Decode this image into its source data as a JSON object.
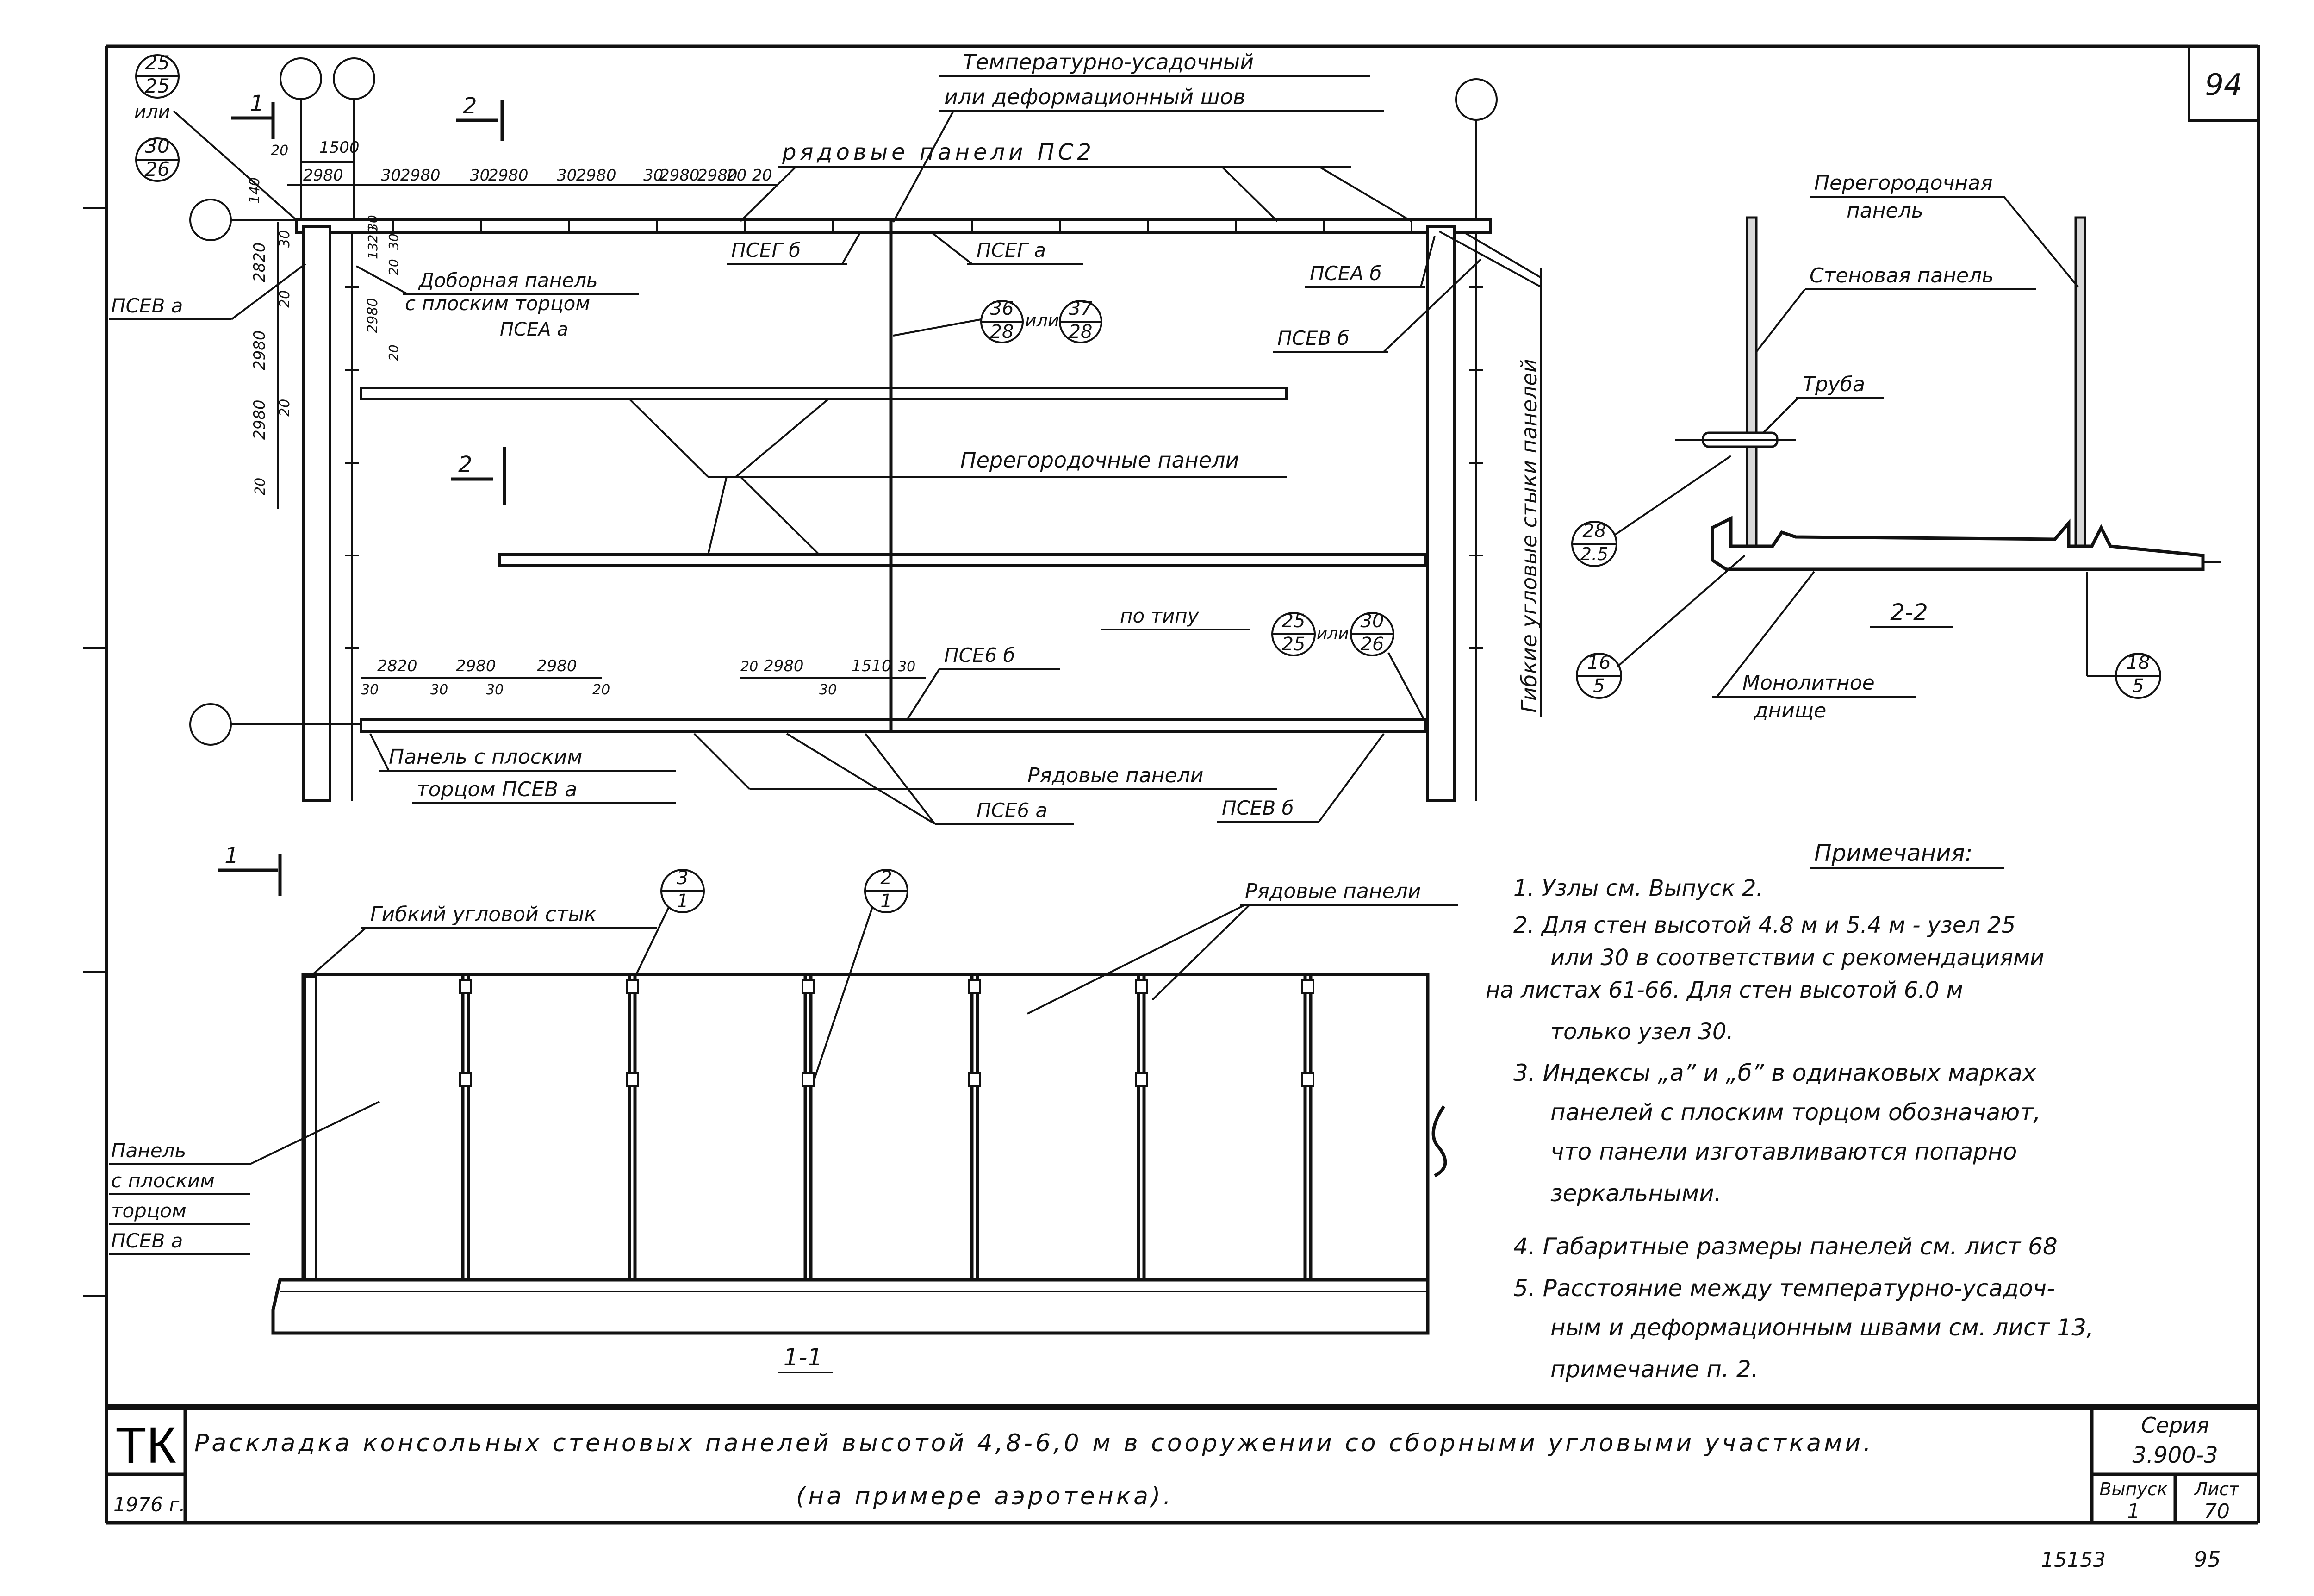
{
  "sheet_number_top": "94",
  "page_bottom_number": "95",
  "archive_number": "15153",
  "plan": {
    "node_25_num": "25",
    "node_25_den": "25",
    "ili": "или",
    "node_30_num": "30",
    "node_30_den": "26",
    "section_1_label": "1",
    "section_2_label": "2",
    "dim_1500": "1500",
    "dim_20a": "20",
    "dim_140": "140",
    "top_dims": [
      "2980",
      "30",
      "2980",
      "30",
      "2980",
      "30",
      "2980",
      "30",
      "2980",
      "20",
      "2980",
      "20"
    ],
    "left_dims": [
      "2820",
      "30",
      "2980",
      "20",
      "2980",
      "20",
      "20"
    ],
    "inner_dims": [
      "1320",
      "30",
      "20",
      "30",
      "2980",
      "20"
    ],
    "temp_joint_line1": "Температурно-усадочный",
    "temp_joint_line2": "или деформационный шов",
    "row_panels_top": "рядовые панели ПС2",
    "psg_b": "ПСЕГ б",
    "psg_a": "ПСЕГ а",
    "pse_a_b": "ПСЕА б",
    "pse_v_b_right": "ПСЕВ б",
    "pse_v_a_left": "ПСЕВ а",
    "extra_panel_1": "Доборная панель",
    "extra_panel_2": "с плоским торцом",
    "extra_panel_3": "ПСЕА а",
    "node_36_num": "36",
    "node_36_den": "28",
    "ili_short": "или",
    "node_37_num": "37",
    "node_37_den": "28",
    "partition_panels": "Перегородочные панели",
    "flex_corner_joints": "Гибкие угловые стыки панелей",
    "po_tipu": "по типу",
    "node_25b_num": "25",
    "node_25b_den": "25",
    "node_30b_num": "30",
    "node_30b_den": "26",
    "bottom_dims": [
      "2820",
      "2980",
      "2980",
      "30",
      "30",
      "30",
      "20",
      "20",
      "2980",
      "1510",
      "30",
      "30"
    ],
    "pse6_b": "ПСЕ6 б",
    "panel_flat_1": "Панель с плоским",
    "panel_flat_2": "торцом ПСЕВ а",
    "row_panels_bottom": "Рядовые панели",
    "pse6_a": "ПСЕ6 а",
    "pse_v_b_bottom": "ПСЕВ б"
  },
  "section_11": {
    "mark_label": "1",
    "flex_corner_joint": "Гибкий угловой стык",
    "node_3_num": "3",
    "node_3_den": "1",
    "node_2_num": "2",
    "node_2_den": "1",
    "row_panels": "Рядовые панели",
    "panel_flat_1": "Панель",
    "panel_flat_2": "с плоским",
    "panel_flat_3": "торцом",
    "panel_flat_4": "ПСЕВ а",
    "title": "1-1"
  },
  "section_22": {
    "partition_1": "Перегородочная",
    "partition_2": "панель",
    "wall_panel": "Стеновая панель",
    "pipe": "Труба",
    "node_28_num": "28",
    "node_28_den": "2.5",
    "node_16_num": "16",
    "node_16_den": "5",
    "node_18_num": "18",
    "node_18_den": "5",
    "monolithic_1": "Монолитное",
    "monolithic_2": "днище",
    "title": "2-2"
  },
  "notes": {
    "heading": "Примечания:",
    "n1": "1. Узлы см. Выпуск 2.",
    "n2a": "2. Для стен высотой 4.8 м и 5.4 м - узел 25",
    "n2b": "или 30 в соответствии с рекомендациями",
    "n2c": "на листах 61-66. Для стен высотой 6.0 м",
    "n2d": "только узел 30.",
    "n3a": "3. Индексы „а” и „б” в одинаковых марках",
    "n3b": "панелей с плоским торцом обозначают,",
    "n3c": "что панели изготавливаются попарно",
    "n3d": "зеркальными.",
    "n4": "4. Габаритные размеры панелей см. лист 68",
    "n5a": "5. Расстояние между температурно-усадоч-",
    "n5b": "ным и деформационным швами см. лист 13,",
    "n5c": "примечание п. 2."
  },
  "title_block": {
    "org": "ТК",
    "year": "1976 г.",
    "title_line1": "Раскладка консольных стеновых панелей высотой 4,8-6,0 м в сооружении со сборными угловыми участками.",
    "title_line2": "(на примере аэротенка).",
    "series_label": "Серия",
    "series_value": "3.900-3",
    "issue_label": "Выпуск",
    "issue_value": "1",
    "sheet_label": "Лист",
    "sheet_value": "70"
  }
}
